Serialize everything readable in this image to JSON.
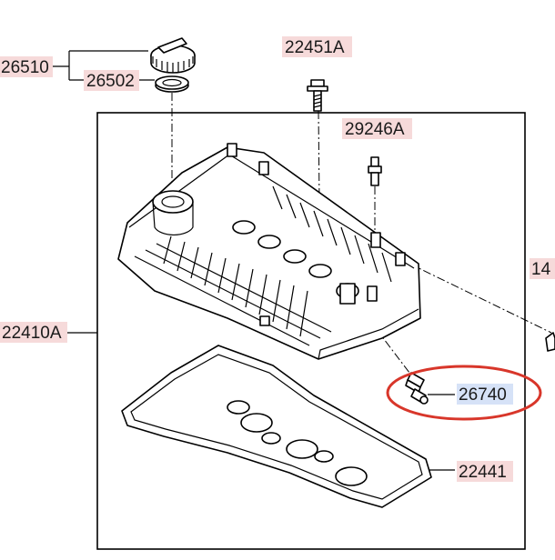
{
  "diagram": {
    "callouts": [
      {
        "id": "c-26510",
        "label": "26510",
        "part": "oil-filler-cap",
        "highlight": false
      },
      {
        "id": "c-26502",
        "label": "26502",
        "part": "filler-cap-gasket",
        "highlight": false
      },
      {
        "id": "c-22451A",
        "label": "22451A",
        "part": "cover-bolt",
        "highlight": false
      },
      {
        "id": "c-29246A",
        "label": "29246A",
        "part": "stud-bolt",
        "highlight": false
      },
      {
        "id": "c-14",
        "label": "14",
        "part": "bracket",
        "highlight": false
      },
      {
        "id": "c-22410A",
        "label": "22410A",
        "part": "cylinder-head-cover",
        "highlight": false
      },
      {
        "id": "c-26740",
        "label": "26740",
        "part": "pcv-valve",
        "highlight": true
      },
      {
        "id": "c-22441",
        "label": "22441",
        "part": "cover-gasket",
        "highlight": false
      }
    ],
    "highlight_color": "#d8362a",
    "label_color": "#f6dada",
    "selected_label_color": "#d6e2f7"
  }
}
